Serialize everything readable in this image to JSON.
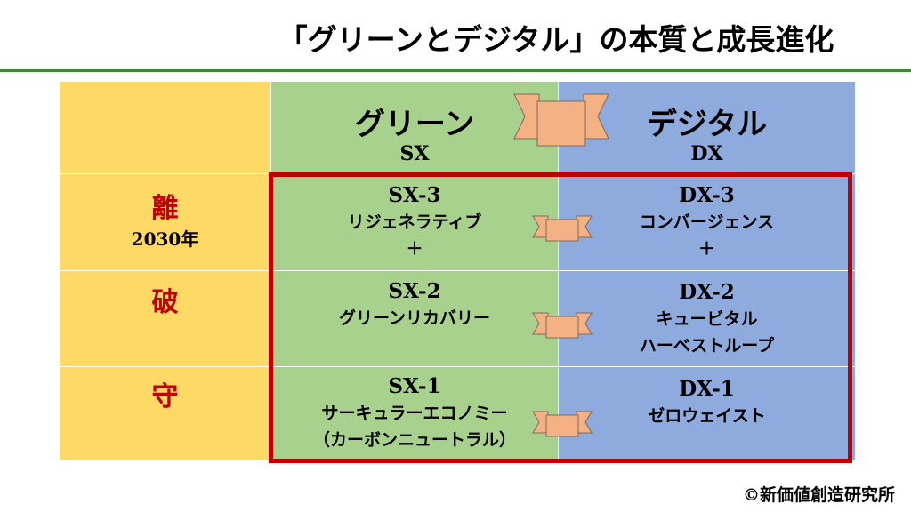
{
  "title": "「グリーンとデジタル」の本質と成長進化",
  "columns": [
    {
      "label": "グリーン",
      "code": "SX"
    },
    {
      "label": "デジタル",
      "code": "DX"
    }
  ],
  "rows": [
    {
      "stage": "離",
      "year": "2030年",
      "green": {
        "code": "SX-3",
        "lines": [
          "リジェネラティブ",
          "＋"
        ]
      },
      "digital": {
        "code": "DX-3",
        "lines": [
          "コンバージェンス",
          "＋"
        ]
      }
    },
    {
      "stage": "破",
      "green": {
        "code": "SX-2",
        "lines": [
          "グリーンリカバリー"
        ]
      },
      "digital": {
        "code": "DX-2",
        "lines": [
          "キュービタル",
          "ハーベストループ"
        ]
      }
    },
    {
      "stage": "守",
      "green": {
        "code": "SX-1",
        "lines": [
          "サーキュラーエコノミー",
          "（カーボンニュートラル）"
        ]
      },
      "digital": {
        "code": "DX-1",
        "lines": [
          "ゼロウェイスト"
        ]
      }
    }
  ],
  "copyright": "©新価値創造研究所",
  "colors": {
    "yellow": "#FFD966",
    "green": "#A9D18E",
    "blue": "#8FAADC",
    "frame": "#C00000",
    "ribbon": "#F4B183"
  }
}
